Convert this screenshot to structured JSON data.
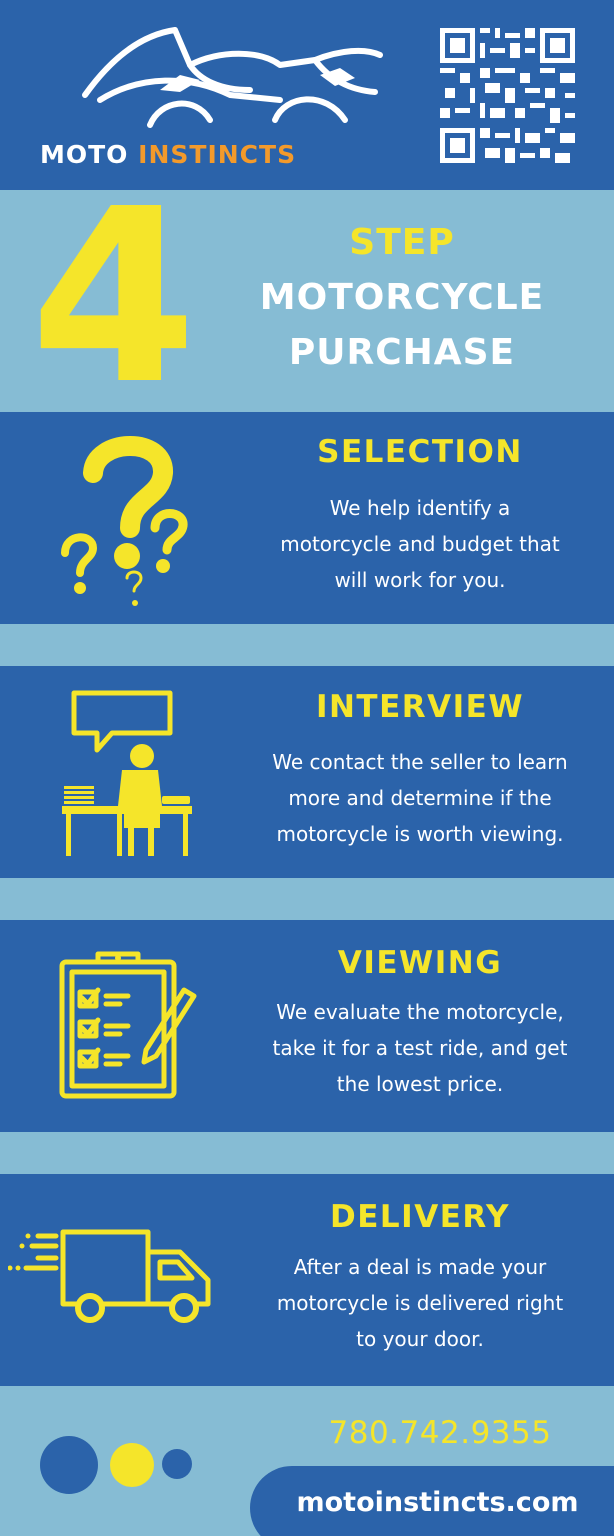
{
  "brand": {
    "name_part1": "MOTO",
    "name_part2": "INSTINCTS",
    "logo_icon": "motorcycle-logo-icon",
    "qr_icon": "qr-code-icon"
  },
  "title": {
    "number": "4",
    "line1": "STEP",
    "line2": "MOTORCYCLE",
    "line3": "PURCHASE"
  },
  "steps": [
    {
      "title": "SELECTION",
      "lines": [
        "We help identify a",
        "motorcycle and budget that",
        "will work for you."
      ],
      "icon": "question-marks-icon"
    },
    {
      "title": "INTERVIEW",
      "lines": [
        "We contact the seller to learn",
        "more and determine if the",
        "motorcycle is worth viewing."
      ],
      "icon": "person-on-phone-icon"
    },
    {
      "title": "VIEWING",
      "lines": [
        "We evaluate the motorcycle,",
        "take it for a test ride, and get",
        "the lowest price."
      ],
      "icon": "checklist-clipboard-icon"
    },
    {
      "title": "DELIVERY",
      "lines": [
        "After a deal is made your",
        "motorcycle is delivered right",
        "to your door."
      ],
      "icon": "delivery-truck-icon"
    }
  ],
  "footer": {
    "phone": "780.742.9355",
    "website": "motoinstincts.com"
  },
  "colors": {
    "dark_blue": "#2b63aa",
    "light_blue": "#86bcd4",
    "yellow": "#f5e52a",
    "orange": "#f39a2b",
    "white": "#ffffff"
  }
}
